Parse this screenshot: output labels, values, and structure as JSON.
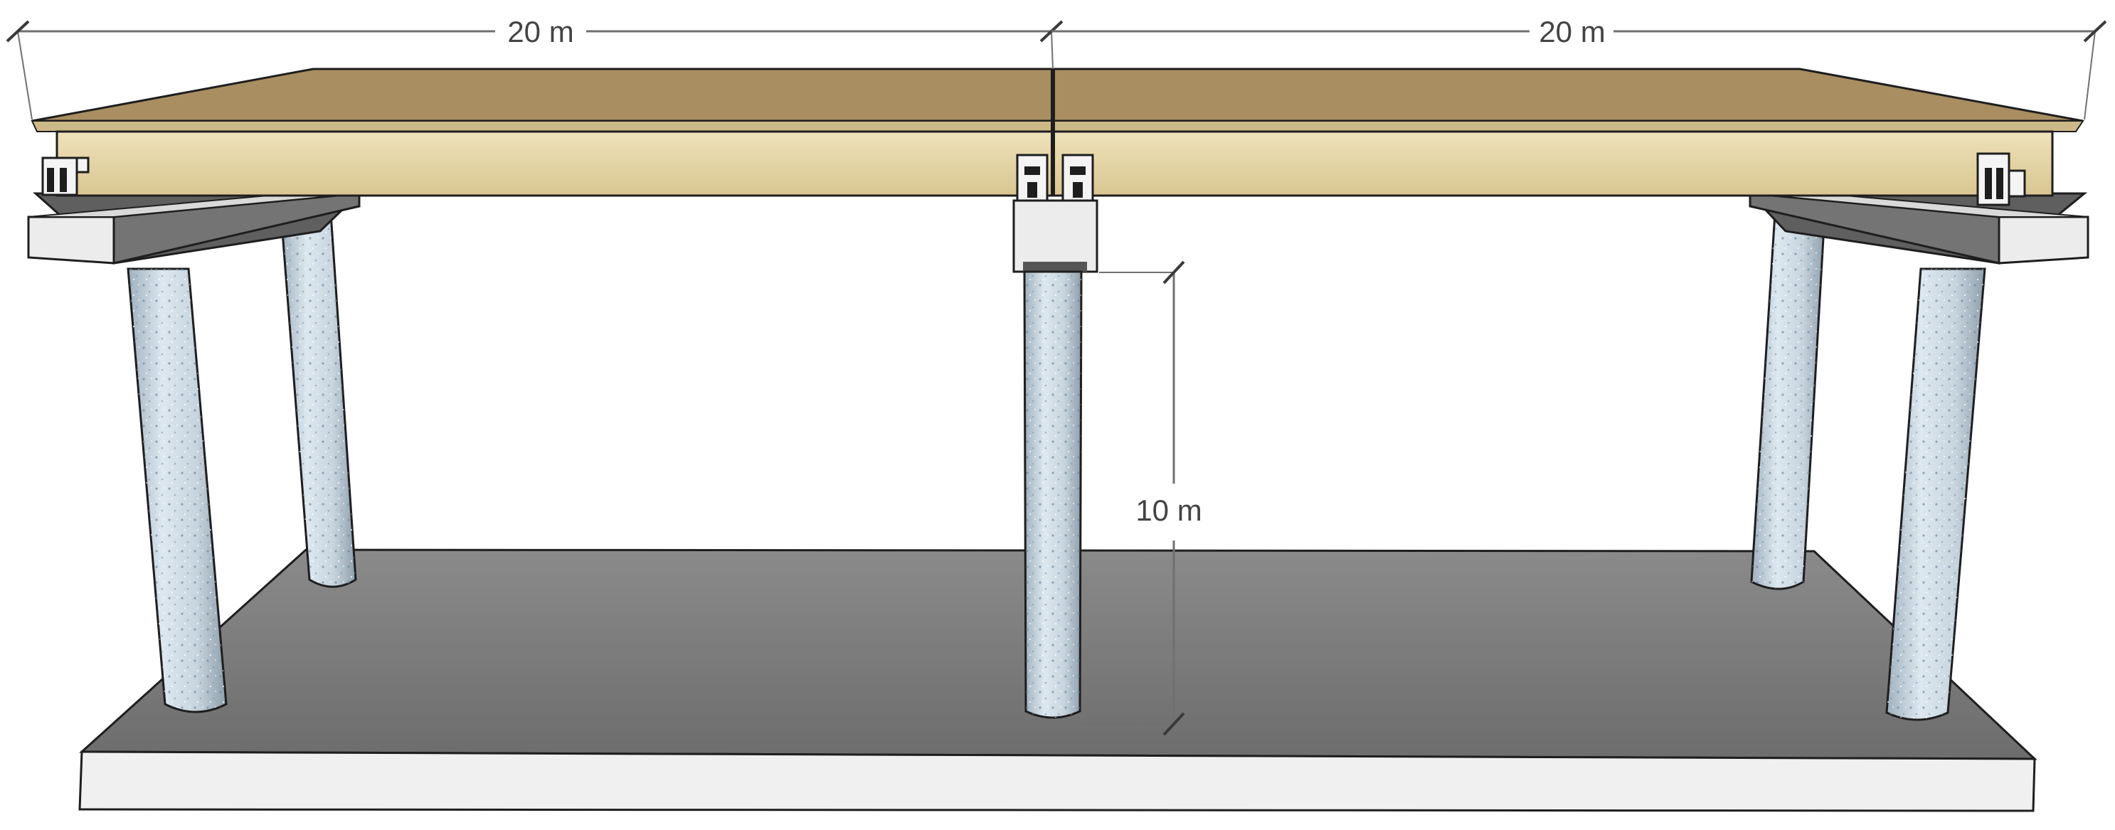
{
  "dimensions": {
    "span_left": "20 m",
    "span_right": "20 m",
    "pier_height": "10 m"
  },
  "colors": {
    "deck_top": "#a88e61",
    "deck_edge": "#e6d6aa",
    "deck_underside": "#d8c493",
    "pier_cap": "#ededed",
    "pier_cap_shadow": "#6f6f6f",
    "column": "#c4d2dc",
    "ground_top": "#7e7e7e",
    "ground_front": "#f0f0f0",
    "dimension_line": "#707070",
    "outline": "#1e1e1e"
  }
}
